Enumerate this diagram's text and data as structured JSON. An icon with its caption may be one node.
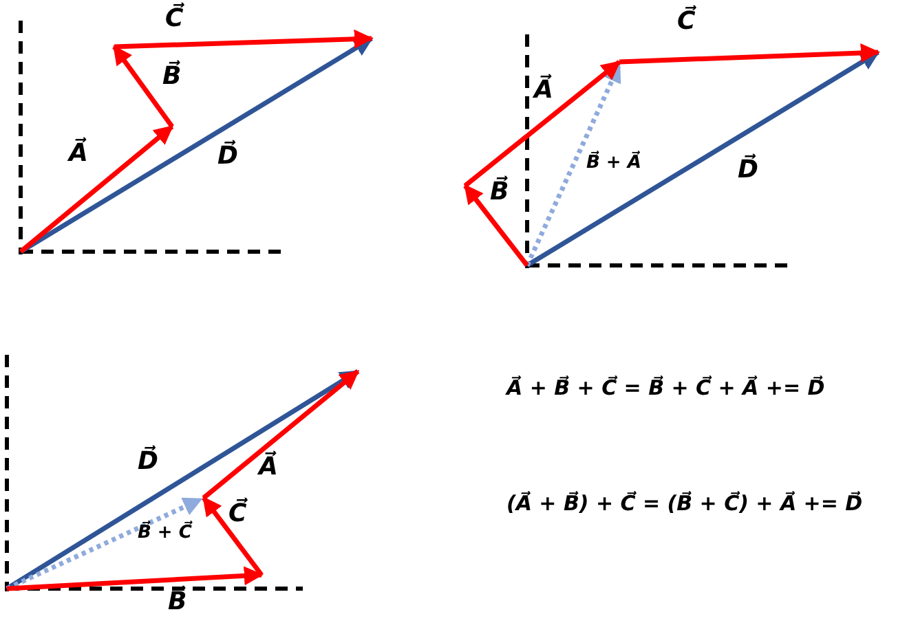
{
  "diagram": {
    "labels": [
      "C⃗",
      "B⃗",
      "A⃗",
      "D⃗",
      "C⃗",
      "A⃗",
      "B⃗ + A⃗",
      "B⃗",
      "D⃗",
      "D⃗",
      "A⃗",
      "C⃗",
      "B⃗ + C⃗",
      "B⃗",
      "A⃗ + B⃗ + C⃗ = B⃗ + C⃗ + A⃗ += D⃗",
      "(A⃗ + B⃗) + C⃗ = (B⃗ + C⃗) + A⃗ += D⃗"
    ]
  }
}
